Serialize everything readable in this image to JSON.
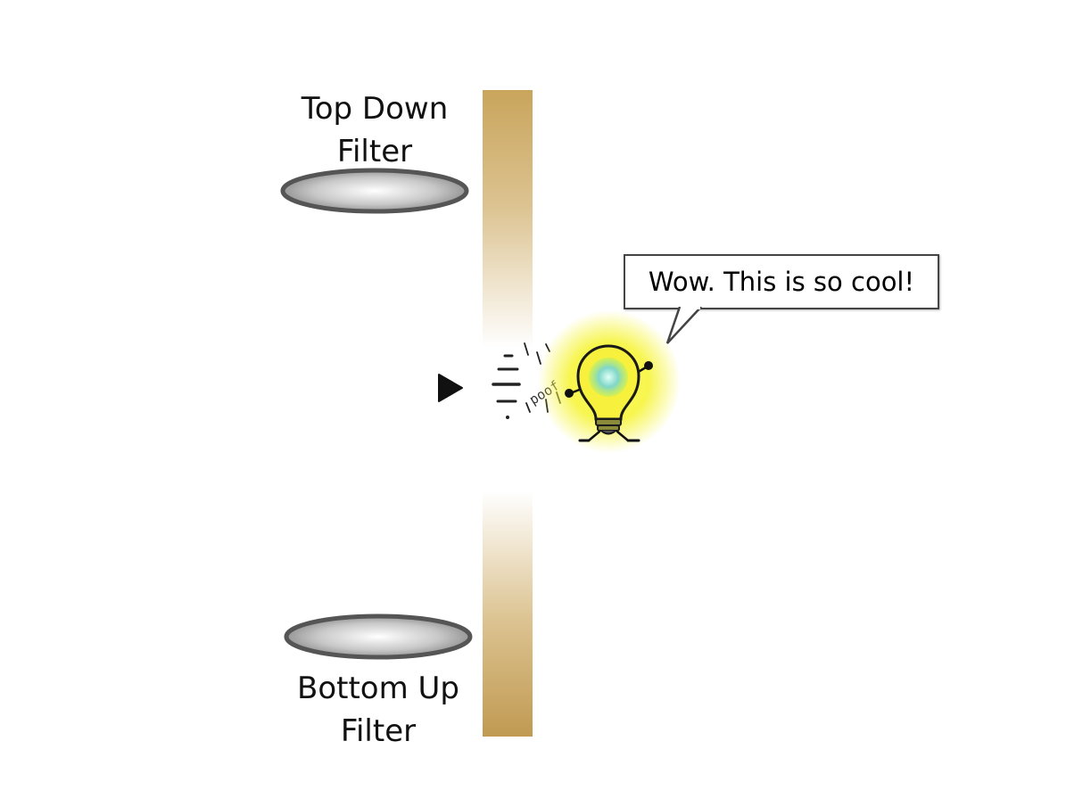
{
  "top_filter": {
    "line1": "Top Down",
    "line2": "Filter"
  },
  "bottom_filter": {
    "line1": "Bottom Up",
    "line2": "Filter"
  },
  "speech_bubble": {
    "text": "Wow. This is so cool!"
  },
  "motion_text": "poof",
  "colors": {
    "bar_gold": "#C9A55C",
    "bar_light": "#FFFFFF",
    "filter_outline": "#555555",
    "bulb_glow": "#F5F23A",
    "bulb_core": "#7FD7C8"
  }
}
